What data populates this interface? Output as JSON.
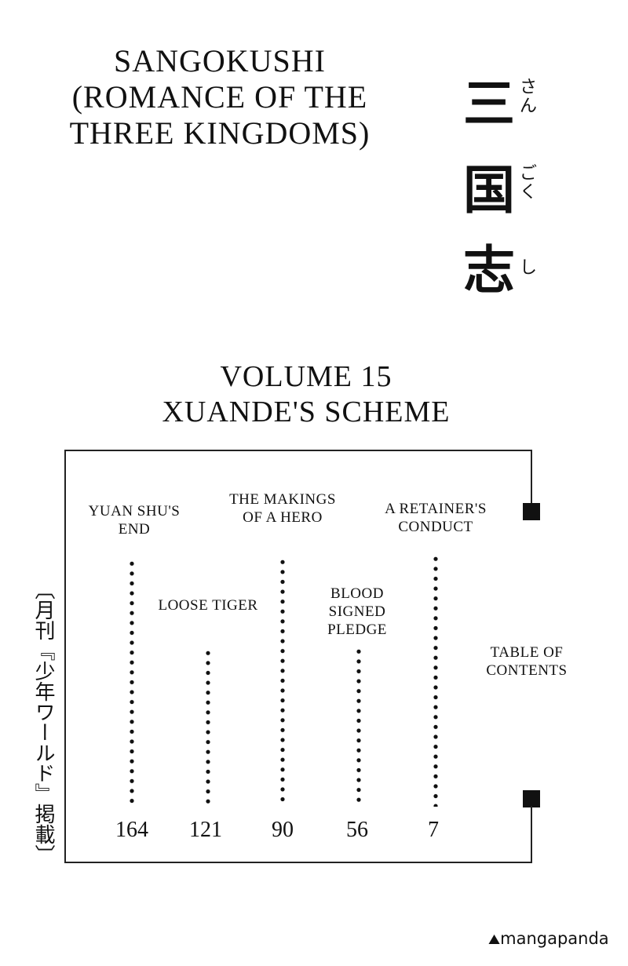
{
  "series_title": [
    "SANGOKUSHI",
    "(ROMANCE OF THE",
    "THREE KINGDOMS)"
  ],
  "kanji_title": [
    {
      "kanji": "三",
      "kana": "さん"
    },
    {
      "kanji": "国",
      "kana": "ごく"
    },
    {
      "kanji": "志",
      "kana": "し"
    }
  ],
  "volume": {
    "number_line": "VOLUME 15",
    "subtitle": "XUANDE'S SCHEME"
  },
  "contents": [
    {
      "title": "YUAN SHU'S END",
      "page": "164"
    },
    {
      "title": "LOOSE TIGER",
      "page": "121"
    },
    {
      "title": "THE MAKINGS OF A HERO",
      "page": "90"
    },
    {
      "title": "BLOOD SIGNED PLEDGE",
      "page": "56"
    },
    {
      "title": "A RETAINER'S CONDUCT",
      "page": "7"
    }
  ],
  "toc_label": "TABLE OF CONTENTS",
  "side_note": "〔月刊『少年ワールド』掲載〕",
  "watermark": "mangapanda"
}
